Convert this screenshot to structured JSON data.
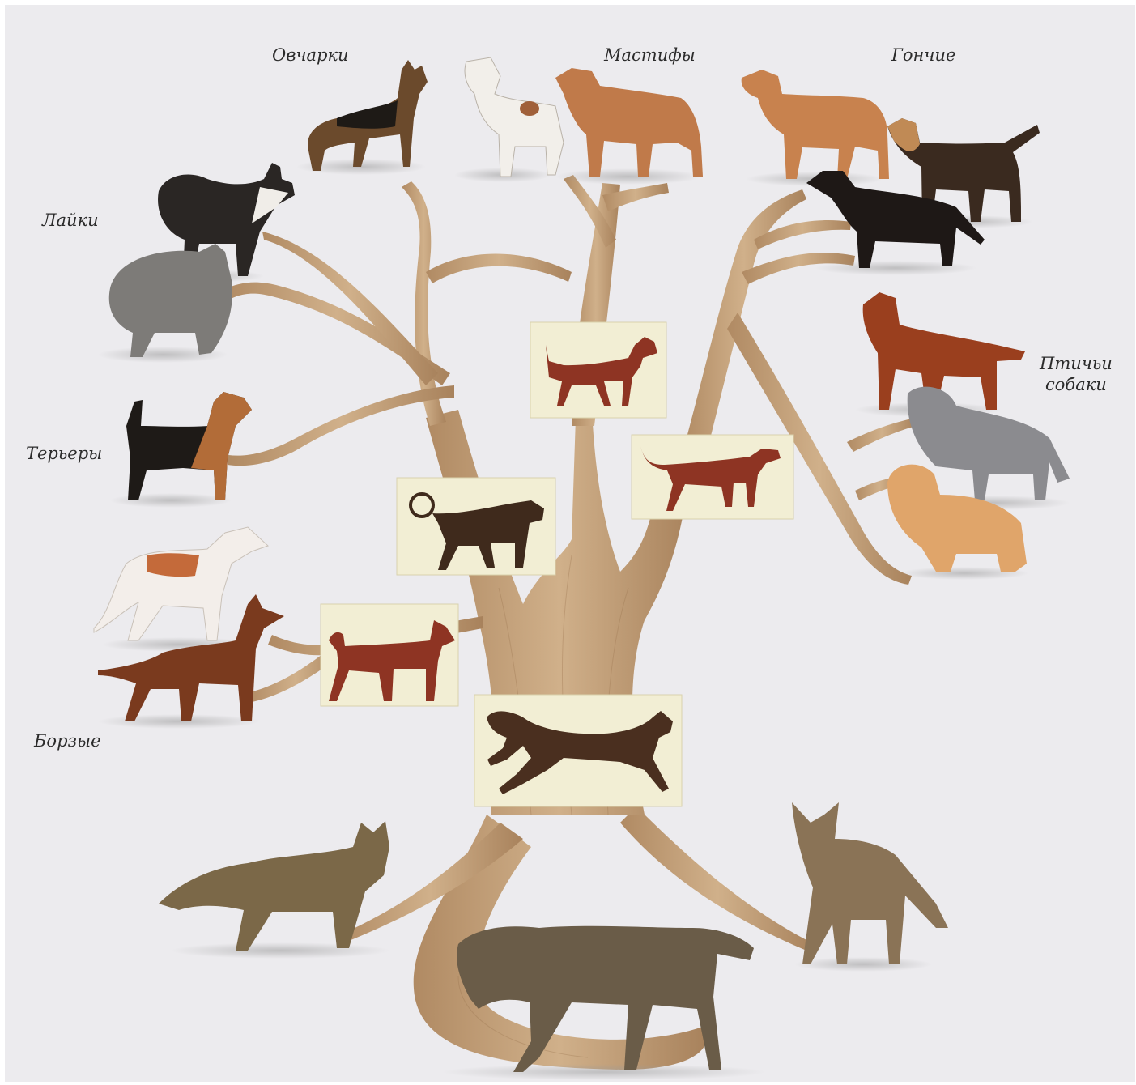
{
  "labels": {
    "ovcharki": "Овчарки",
    "mastify": "Мастифы",
    "gonchie": "Гончие",
    "laiki": "Лайки",
    "teriery": "Терьеры",
    "ptichyi_line1": "Птичьи",
    "ptichyi_line2": "собаки",
    "borzye": "Борзые"
  },
  "colors": {
    "background": "#ecebee",
    "trunk": "#c2a07a",
    "trunk_dark": "#a9845e",
    "plaque": "#f2eed4",
    "cave_red": "#8e3423",
    "cave_brown": "#4a2f1f"
  },
  "icons": {
    "animals": [
      "german-shepherd",
      "alabai",
      "mastiff",
      "bloodhound",
      "beagle",
      "dachshund",
      "husky",
      "keeshond",
      "airedale-terrier",
      "irish-setter",
      "pumi",
      "cocker-spaniel",
      "borzoi",
      "pharaoh-hound",
      "coyote",
      "jackal",
      "wolf"
    ],
    "cave_paintings": [
      "painting-dog-top",
      "painting-dog-right",
      "painting-dog-curled-tail",
      "painting-dog-red",
      "painting-running-canid"
    ]
  }
}
